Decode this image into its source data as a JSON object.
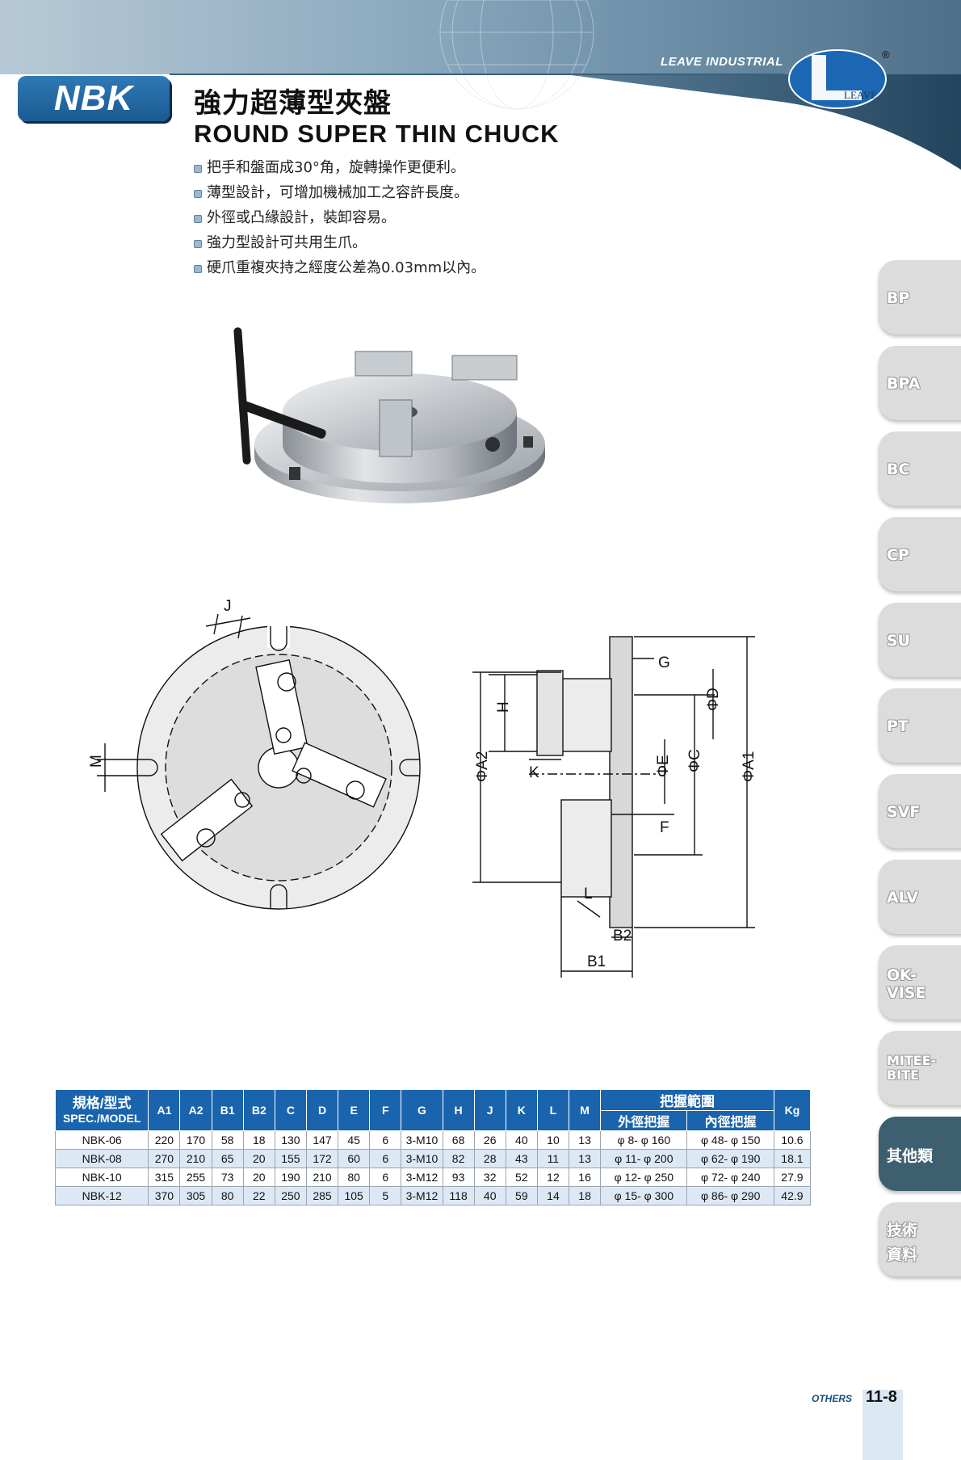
{
  "header": {
    "brand": "LEAVE INDUSTRIAL",
    "logo_text": "LEAVE",
    "registered_mark": "®"
  },
  "title": {
    "badge": "NBK",
    "zh": "強力超薄型夾盤",
    "en": "ROUND SUPER THIN CHUCK"
  },
  "features": [
    "把手和盤面成30°角，旋轉操作更便利。",
    "薄型設計，可增加機械加工之容許長度。",
    "外徑或凸緣設計，裝卸容易。",
    "強力型設計可共用生爪。",
    "硬爪重複夾持之經度公差為0.03mm以內。"
  ],
  "side_tabs": [
    {
      "label": "BP",
      "active": false
    },
    {
      "label": "BPA",
      "active": false
    },
    {
      "label": "BC",
      "active": false
    },
    {
      "label": "CP",
      "active": false
    },
    {
      "label": "SU",
      "active": false
    },
    {
      "label": "PT",
      "active": false
    },
    {
      "label": "SVF",
      "active": false
    },
    {
      "label": "ALV",
      "active": false
    },
    {
      "label": "OK-\nVISE",
      "active": false
    },
    {
      "label": "MITEE-\nBITE",
      "active": false
    },
    {
      "label": "其他類",
      "active": true
    },
    {
      "label": "技術\n資料",
      "active": false
    }
  ],
  "drawing_labels": {
    "J": "J",
    "M": "M",
    "H": "H",
    "K": "K",
    "G": "G",
    "F": "F",
    "L": "L",
    "A1": "ΦA1",
    "A2": "ΦA2",
    "C": "ΦC",
    "D": "ΦD",
    "E": "ΦE",
    "B1": "B1",
    "B2": "B2"
  },
  "table": {
    "spec_zh": "規格/型式",
    "spec_en": "SPEC./MODEL",
    "columns": [
      "A1",
      "A2",
      "B1",
      "B2",
      "C",
      "D",
      "E",
      "F",
      "G",
      "H",
      "J",
      "K",
      "L",
      "M"
    ],
    "grip_range": "把握範圍",
    "outer_grip": "外徑把握",
    "inner_grip": "內徑把握",
    "kg": "Kg",
    "rows": [
      {
        "model": "NBK-06",
        "vals": [
          "220",
          "170",
          "58",
          "18",
          "130",
          "147",
          "45",
          "6",
          "3-M10",
          "68",
          "26",
          "40",
          "10",
          "13"
        ],
        "outer": "φ 8- φ 160",
        "inner": "φ 48- φ 150",
        "kg": "10.6"
      },
      {
        "model": "NBK-08",
        "vals": [
          "270",
          "210",
          "65",
          "20",
          "155",
          "172",
          "60",
          "6",
          "3-M10",
          "82",
          "28",
          "43",
          "11",
          "13"
        ],
        "outer": "φ 11- φ 200",
        "inner": "φ 62- φ 190",
        "kg": "18.1"
      },
      {
        "model": "NBK-10",
        "vals": [
          "315",
          "255",
          "73",
          "20",
          "190",
          "210",
          "80",
          "6",
          "3-M12",
          "93",
          "32",
          "52",
          "12",
          "16"
        ],
        "outer": "φ 12- φ 250",
        "inner": "φ 72- φ 240",
        "kg": "27.9"
      },
      {
        "model": "NBK-12",
        "vals": [
          "370",
          "305",
          "80",
          "22",
          "250",
          "285",
          "105",
          "5",
          "3-M12",
          "118",
          "40",
          "59",
          "14",
          "18"
        ],
        "outer": "φ 15- φ 300",
        "inner": "φ 86- φ 290",
        "kg": "42.9"
      }
    ]
  },
  "footer": {
    "section": "OTHERS",
    "page": "11-8"
  },
  "colors": {
    "brand_blue": "#1a64ad",
    "header_steel": "#6c8ea7",
    "tab_active": "#3e5f6f",
    "row_alt": "#dce9f5"
  }
}
